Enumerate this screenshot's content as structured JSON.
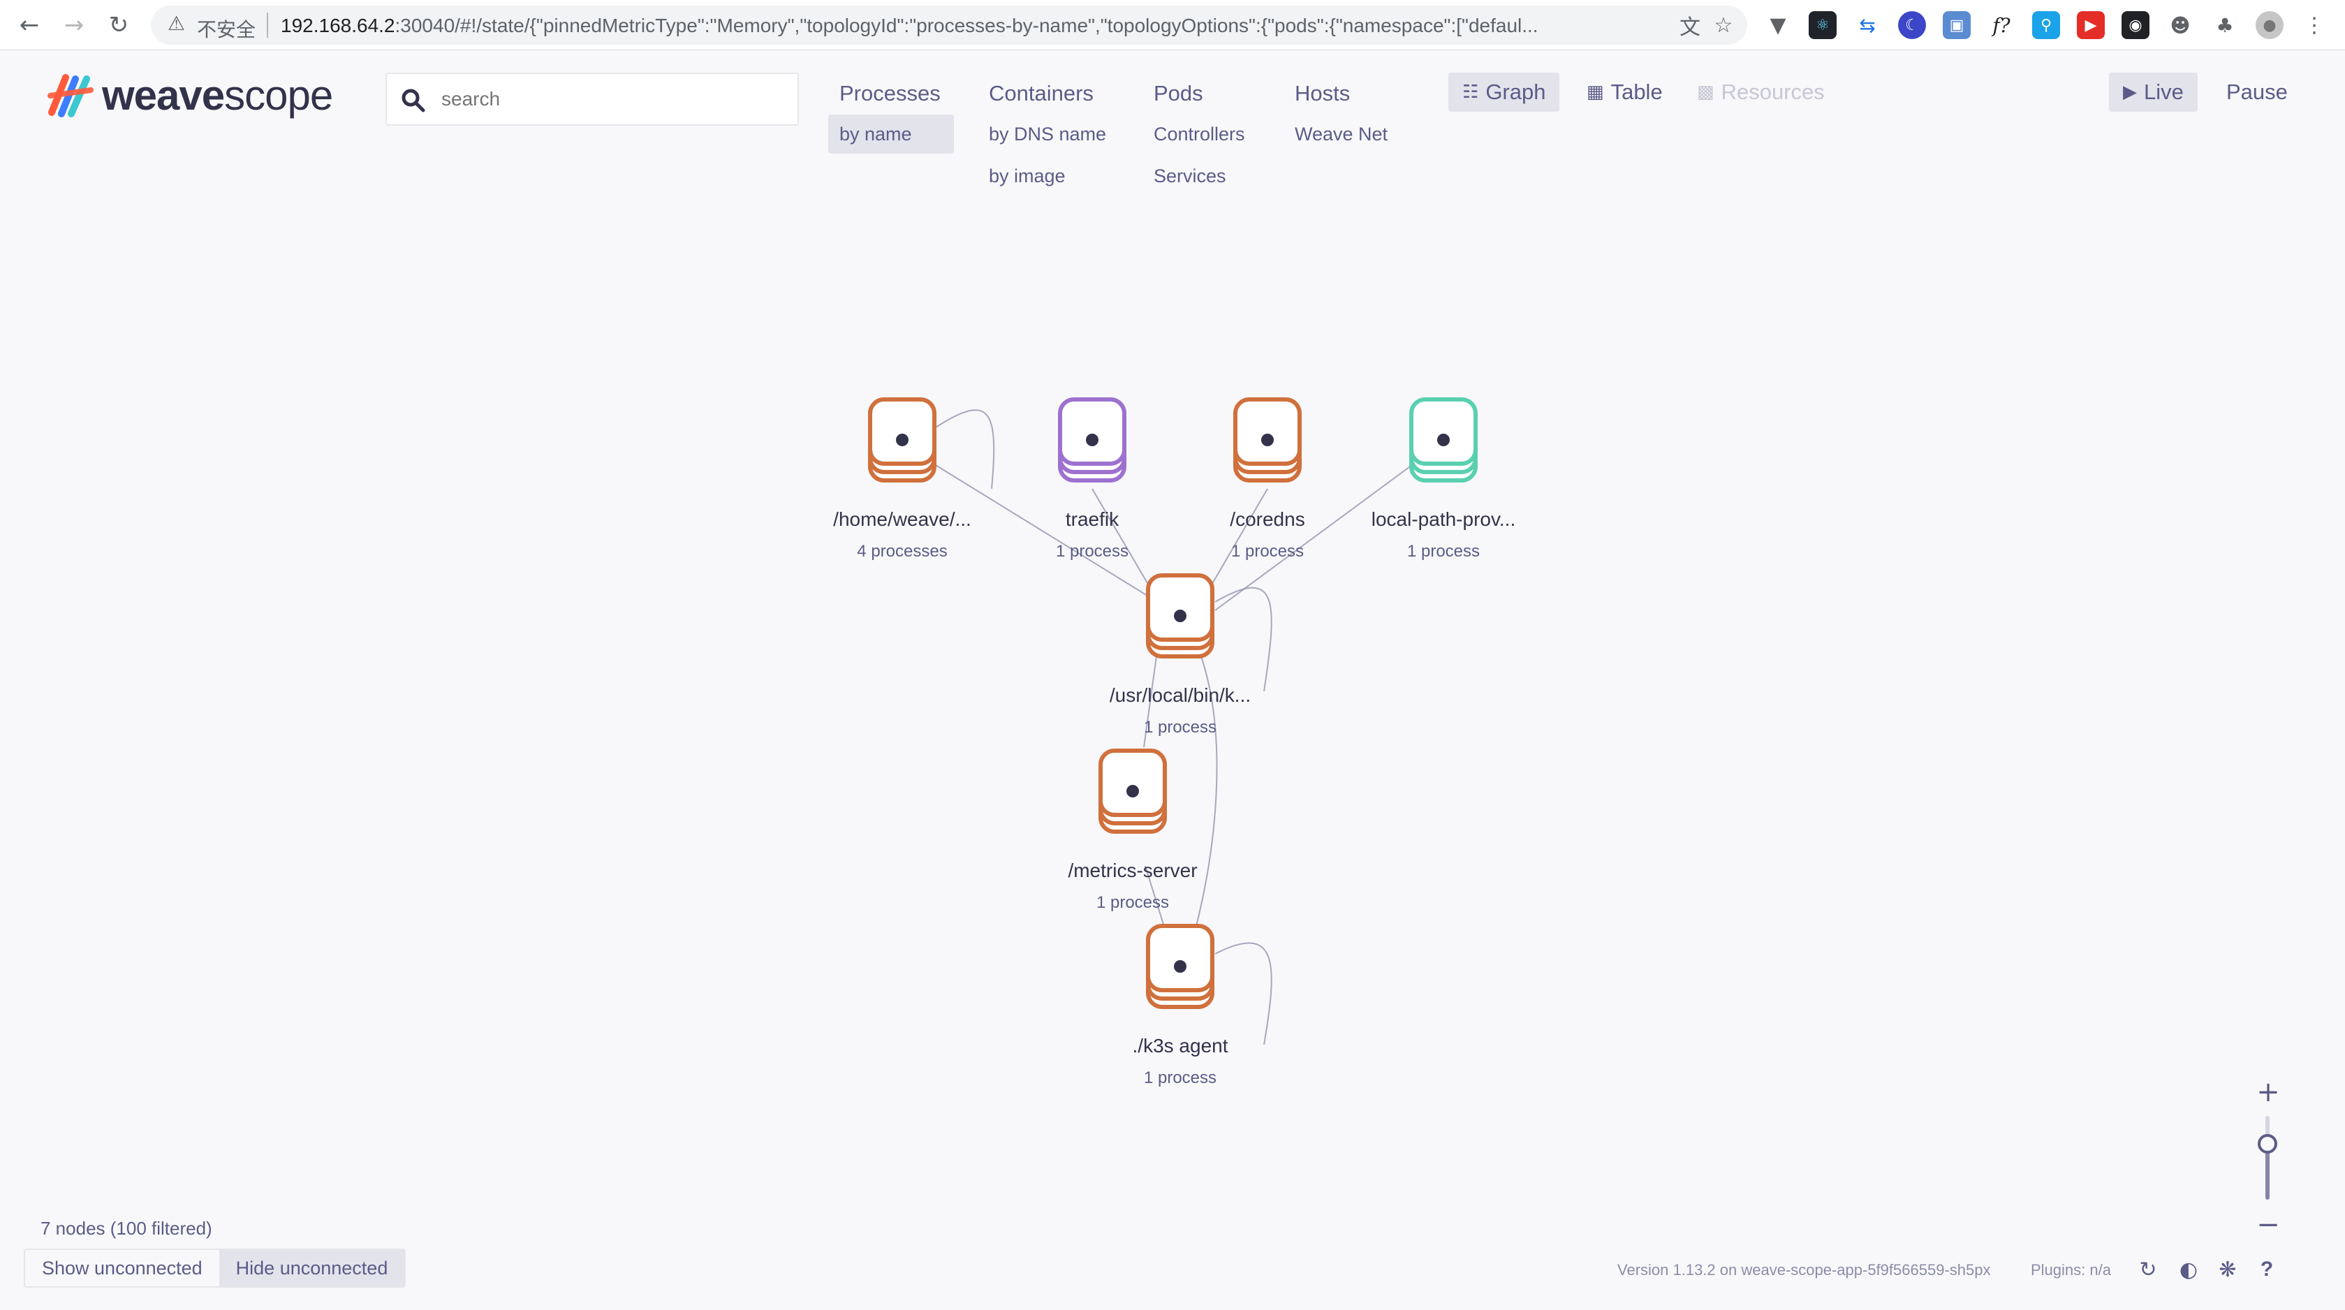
{
  "browser": {
    "insecure_label": "不安全",
    "url_host": "192.168.64.2",
    "url_rest": ":30040/#!/state/{\"pinnedMetricType\":\"Memory\",\"topologyId\":\"processes-by-name\",\"topologyOptions\":{\"pods\":{\"namespace\":[\"defaul..."
  },
  "app": {
    "logo_bold": "weave",
    "logo_light": "scope"
  },
  "search": {
    "placeholder": "search"
  },
  "topologies": [
    {
      "label": "Processes",
      "subs": [
        "by name"
      ]
    },
    {
      "label": "Containers",
      "subs": [
        "by DNS name",
        "by image"
      ]
    },
    {
      "label": "Pods",
      "subs": [
        "Controllers",
        "Services"
      ]
    },
    {
      "label": "Hosts",
      "subs": [
        "Weave Net"
      ]
    }
  ],
  "view_modes": {
    "graph": "Graph",
    "table": "Table",
    "resources": "Resources"
  },
  "playback": {
    "live": "Live",
    "pause": "Pause"
  },
  "nodes": [
    {
      "label": "/home/weave/...",
      "sub": "4 processes",
      "color": "#d0703c"
    },
    {
      "label": "traefik",
      "sub": "1 process",
      "color": "#9d71d0"
    },
    {
      "label": "/coredns",
      "sub": "1 process",
      "color": "#d0703c"
    },
    {
      "label": "local-path-prov...",
      "sub": "1 process",
      "color": "#5ad0b0"
    },
    {
      "label": "/usr/local/bin/k...",
      "sub": "1 process",
      "color": "#d0703c"
    },
    {
      "label": "/metrics-server",
      "sub": "1 process",
      "color": "#d0703c"
    },
    {
      "label": "./k3s agent",
      "sub": "1 process",
      "color": "#d0703c"
    }
  ],
  "footer": {
    "status": "7 nodes (100 filtered)",
    "show_unconnected": "Show unconnected",
    "hide_unconnected": "Hide unconnected",
    "version": "Version 1.13.2 on weave-scope-app-5f9f566559-sh5px",
    "plugins": "Plugins: n/a"
  },
  "colors": {
    "text": "#5b5b88",
    "dark_text": "#32324b",
    "active_bg": "#e3e3ec",
    "edge": "#8c8cab"
  }
}
